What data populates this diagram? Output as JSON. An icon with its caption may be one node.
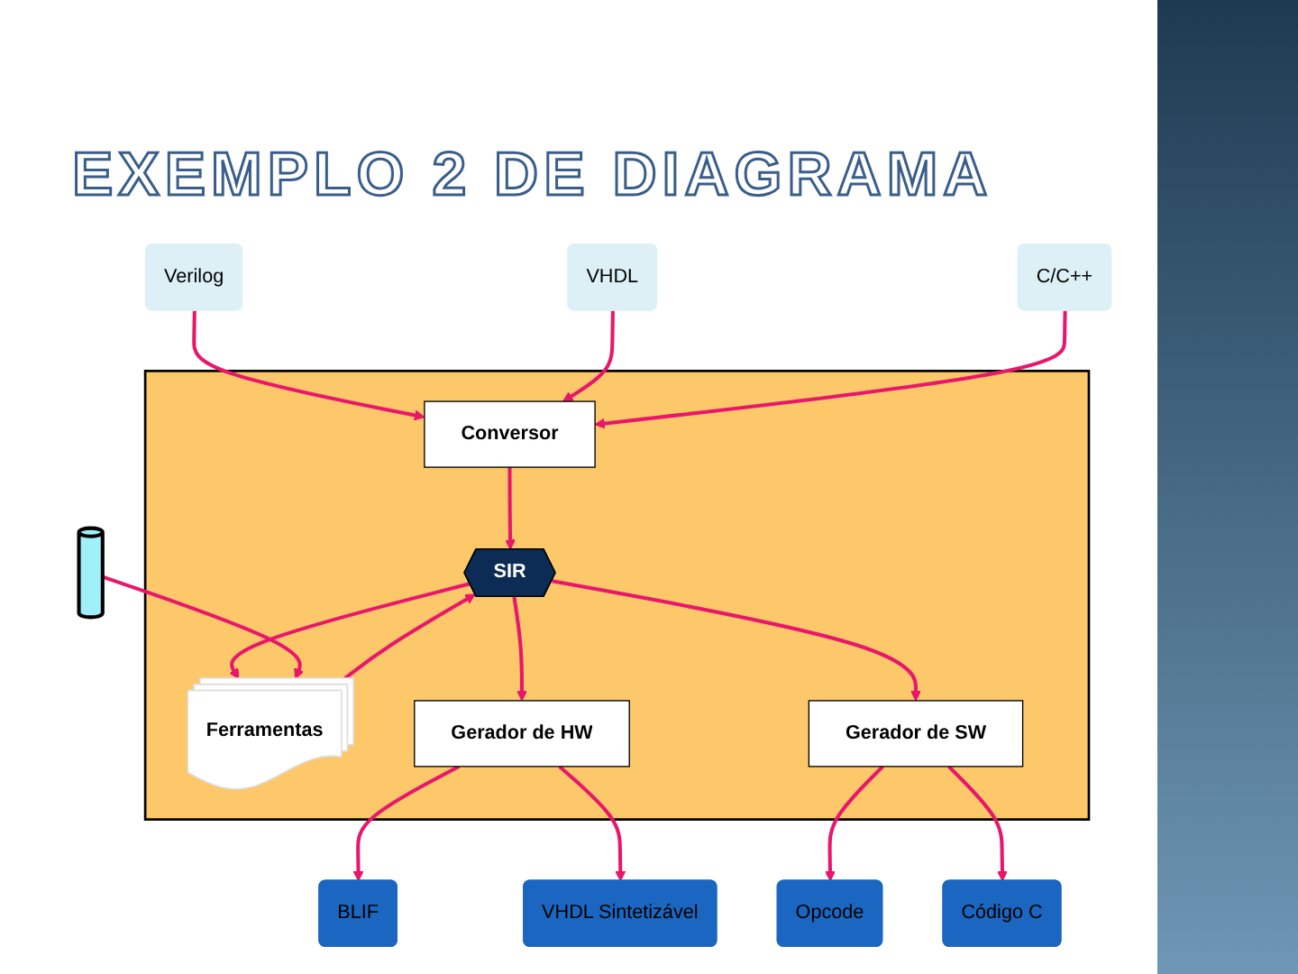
{
  "diagram": {
    "title": "EXEMPLO 2 DE DIAGRAMA",
    "nodes": [
      {
        "text": [
          "Verilog"
        ]
      },
      {
        "text": [
          "VHDL"
        ]
      },
      {
        "text": [
          "C/C++"
        ]
      },
      {
        "text": [],
        "shape": "box"
      },
      {
        "text": [
          "Conversor"
        ],
        "in": 3
      },
      {
        "text": [
          "SIR"
        ],
        "in": 3
      },
      {
        "text": [
          "Ferramentas"
        ],
        "in": 3
      },
      {
        "text": [
          "Gerador de HW"
        ],
        "in": 3
      },
      {
        "text": [
          "Gerador de SW"
        ],
        "in": 3
      },
      {
        "text": [],
        "shape": "cylinder"
      },
      {
        "text": [
          "BLIF"
        ]
      },
      {
        "text": [
          "VHDL Sintetizável"
        ]
      },
      {
        "text": [
          "Opcode"
        ]
      },
      {
        "text": [
          "Código C"
        ]
      }
    ],
    "edges": [
      {
        "from": 0,
        "to": 4,
        "arrow": "to"
      },
      {
        "from": 1,
        "to": 4,
        "arrow": "to"
      },
      {
        "from": 2,
        "to": 4,
        "arrow": "to"
      },
      {
        "from": 4,
        "to": 5,
        "arrow": "to"
      },
      {
        "from": 5,
        "to": 6,
        "arrow": "to"
      },
      {
        "from": 6,
        "to": 5,
        "arrow": "to"
      },
      {
        "from": 9,
        "to": 6,
        "arrow": "to"
      },
      {
        "from": 5,
        "to": 7,
        "arrow": "to"
      },
      {
        "from": 5,
        "to": 8,
        "arrow": "to"
      },
      {
        "from": 7,
        "to": 10,
        "arrow": "to"
      },
      {
        "from": 7,
        "to": 11,
        "arrow": "to"
      },
      {
        "from": 8,
        "to": 12,
        "arrow": "to"
      },
      {
        "from": 8,
        "to": 13,
        "arrow": "to"
      }
    ]
  }
}
